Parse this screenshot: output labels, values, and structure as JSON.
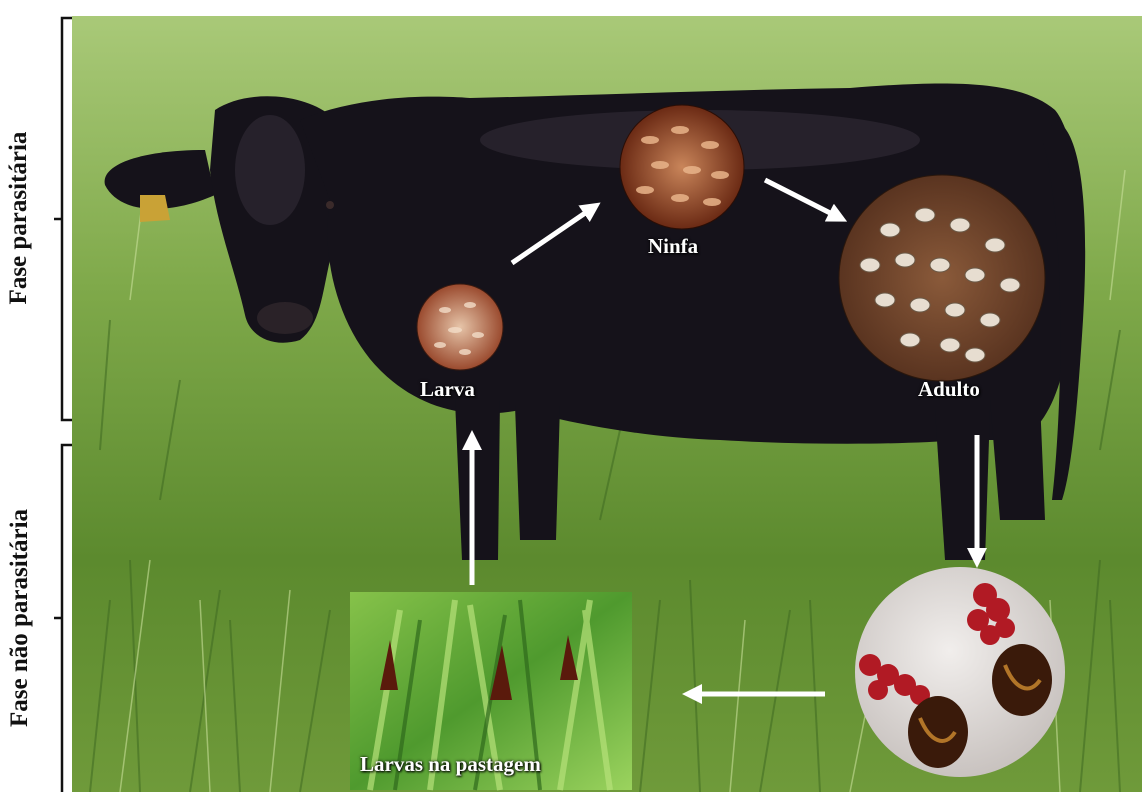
{
  "phases": {
    "parasitic": "Fase parasitária",
    "non_parasitic": "Fase não parasitária"
  },
  "stages": {
    "larva": "Larva",
    "nymph": "Ninfa",
    "adult": "Adulto",
    "pasture_larvae": "Larvas na pastagem"
  },
  "colors": {
    "grass_dark": "#4f7a2c",
    "grass_light": "#9cc65a",
    "cow": "#15121a",
    "arrow": "#ffffff",
    "tick_engorged": "#b11a24"
  }
}
